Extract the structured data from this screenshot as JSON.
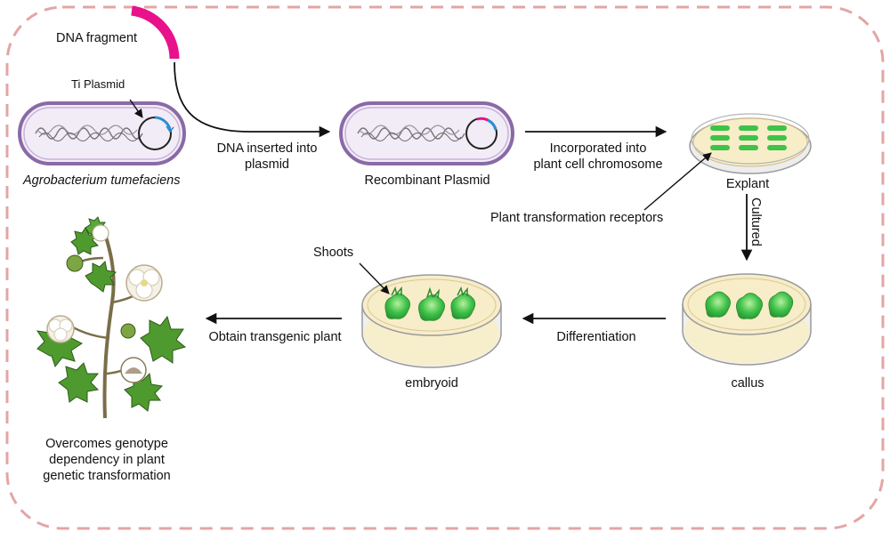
{
  "labels": {
    "dna_fragment": "DNA fragment",
    "ti_plasmid": "Ti Plasmid",
    "agrobacterium": "Agrobacterium tumefaciens",
    "dna_inserted_l1": "DNA inserted into",
    "dna_inserted_l2": "plasmid",
    "recombinant": "Recombinant Plasmid",
    "incorporated_l1": "Incorporated into",
    "incorporated_l2": "plant cell chromosome",
    "explant": "Explant",
    "receptors": "Plant transformation receptors",
    "cultured": "Cultured",
    "shoots": "Shoots",
    "embryoid": "embryoid",
    "callus": "callus",
    "differentiation": "Differentiation",
    "obtain": "Obtain transgenic plant",
    "overcomes_l1": "Overcomes genotype",
    "overcomes_l2": "dependency in plant",
    "overcomes_l3": "genetic transformation"
  },
  "colors": {
    "border_dash": "#e3a5a5",
    "cell_fill": "#f2ecf6",
    "cell_outline": "#8a6aa6",
    "dna_magenta": "#e8128c",
    "plasmid_blue": "#2a8fd6",
    "agar": "#f7edc8",
    "green": "#3fc24a",
    "dark_green": "#2e7a2a",
    "cotton_white": "#f6f1e6"
  }
}
